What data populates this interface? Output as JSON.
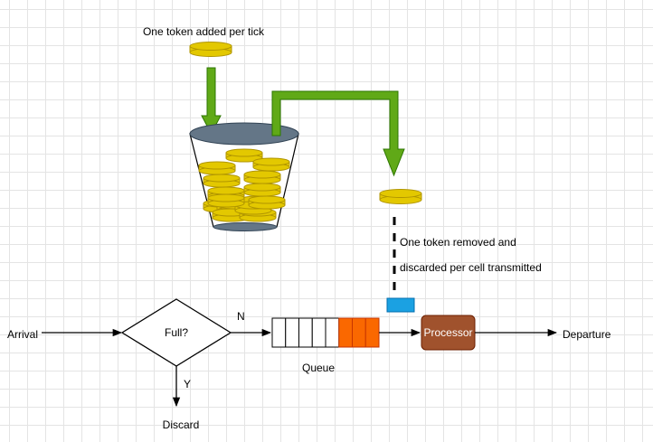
{
  "labels": {
    "token_added": "One token added per tick",
    "token_removed_line1": "One token removed and",
    "token_removed_line2": "discarded per cell transmitted",
    "arrival": "Arrival",
    "decision": "Full?",
    "yes": "Y",
    "no": "N",
    "discard": "Discard",
    "queue": "Queue",
    "processor": "Processor",
    "departure": "Departure"
  },
  "colors": {
    "token_fill": "#e3c800",
    "token_stroke": "#b09500",
    "arrow_green": "#60a917",
    "arrow_green_stroke": "#2d7600",
    "bucket_lid": "#647687",
    "queue_filled": "#fa6800",
    "queue_filled_stroke": "#c73500",
    "cell_blue": "#1ba1e2",
    "cell_blue_stroke": "#006eaf",
    "processor_fill": "#a0522d",
    "processor_stroke": "#6d1f00"
  },
  "queue": {
    "empty_slots": 5,
    "filled_slots": 3
  },
  "bucket": {
    "token_count": 15
  }
}
